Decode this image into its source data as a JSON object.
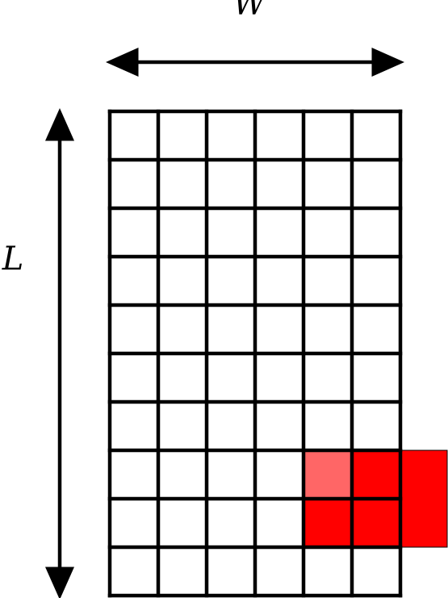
{
  "labels": {
    "width": "W",
    "length": "L"
  },
  "grid": {
    "columns": 6,
    "rows": 10
  },
  "highlighted_cells": [
    {
      "row": 8,
      "col": 5,
      "shade": "light"
    },
    {
      "row": 8,
      "col": 6,
      "shade": "dark"
    },
    {
      "row": 9,
      "col": 5,
      "shade": "dark"
    },
    {
      "row": 9,
      "col": 6,
      "shade": "dark"
    }
  ],
  "external_block": {
    "rows": [
      8,
      9
    ],
    "side": "right",
    "shade": "dark"
  },
  "colors": {
    "line": "#000000",
    "dark_red": "#ff0000",
    "light_red": "#ff6666"
  }
}
